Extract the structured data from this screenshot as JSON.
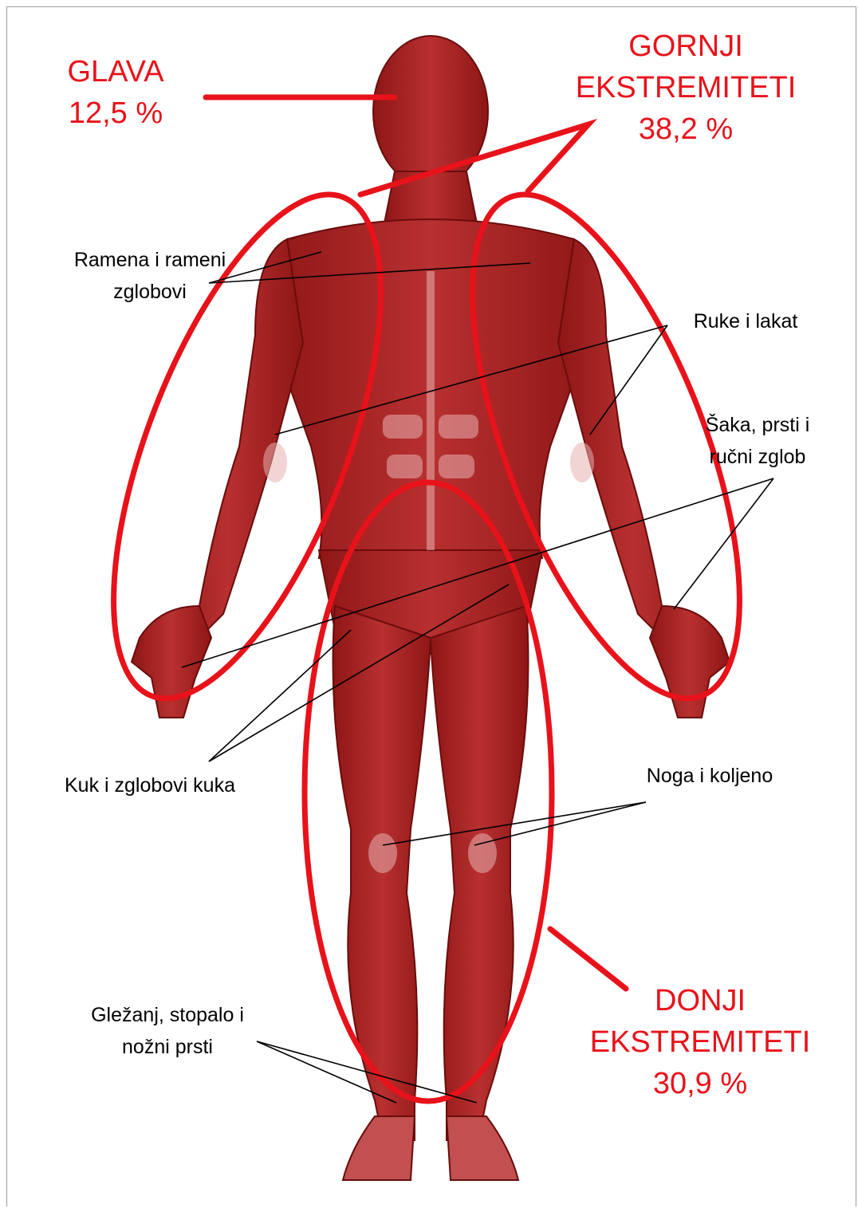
{
  "colors": {
    "accent": "#e8121a",
    "muscle_dark": "#7a1010",
    "muscle_mid": "#a82222",
    "muscle_light": "#d67a7a",
    "text": "#000000"
  },
  "regions": {
    "head": {
      "line1": "GLAVA",
      "line2": "12,5 %"
    },
    "upper": {
      "line1": "GORNJI",
      "line2": "EKSTREMITETI",
      "line3": "38,2 %"
    },
    "lower": {
      "line1": "DONJI",
      "line2": "EKSTREMITETI",
      "line3": "30,9 %"
    }
  },
  "parts": {
    "shoulders": {
      "line1": "Ramena i rameni",
      "line2": "zglobovi"
    },
    "arms": {
      "line1": "Ruke i lakat"
    },
    "hand": {
      "line1": "Šaka, prsti i",
      "line2": "ručni zglob"
    },
    "hip": {
      "line1": "Kuk i zglobovi kuka"
    },
    "leg": {
      "line1": "Noga i koljeno"
    },
    "ankle": {
      "line1": "Gležanj, stopalo i",
      "line2": "nožni prsti"
    }
  }
}
